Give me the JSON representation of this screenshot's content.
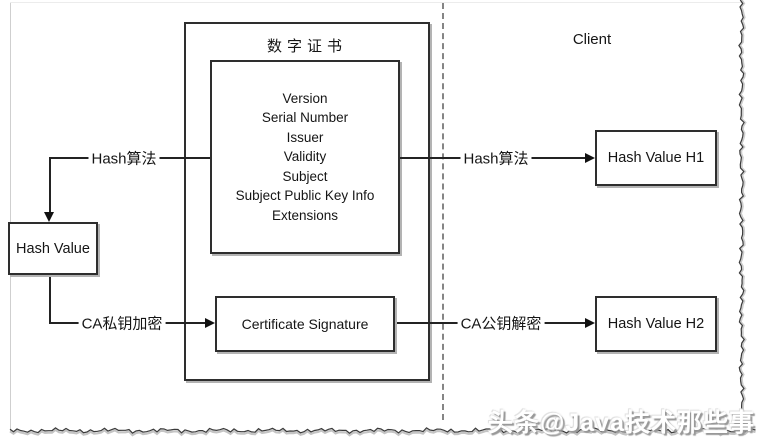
{
  "diagram": {
    "certificate_container": {
      "title": "数字证书"
    },
    "client_area": {
      "label": "Client"
    },
    "cert_fields": [
      "Version",
      "Serial Number",
      "Issuer",
      "Validity",
      "Subject",
      "Subject Public Key Info",
      "Extensions"
    ],
    "boxes": {
      "hash_value": "Hash Value",
      "certificate_signature": "Certificate Signature",
      "hash_value_h1": "Hash Value H1",
      "hash_value_h2": "Hash Value H2"
    },
    "edge_labels": {
      "hash_algorithm_left": "Hash算法",
      "hash_algorithm_right": "Hash算法",
      "ca_private_key_encrypt": "CA私钥加密",
      "ca_public_key_decrypt": "CA公钥解密"
    },
    "watermark": "头条@Java技术那些事",
    "colors": {
      "line": "#232323",
      "box_border": "#2e2e2e",
      "box_shadow": "#b3b3b3",
      "dashed_divider": "#858585",
      "watermark_fill": "#ffffff",
      "watermark_shadow": "#989898"
    }
  }
}
